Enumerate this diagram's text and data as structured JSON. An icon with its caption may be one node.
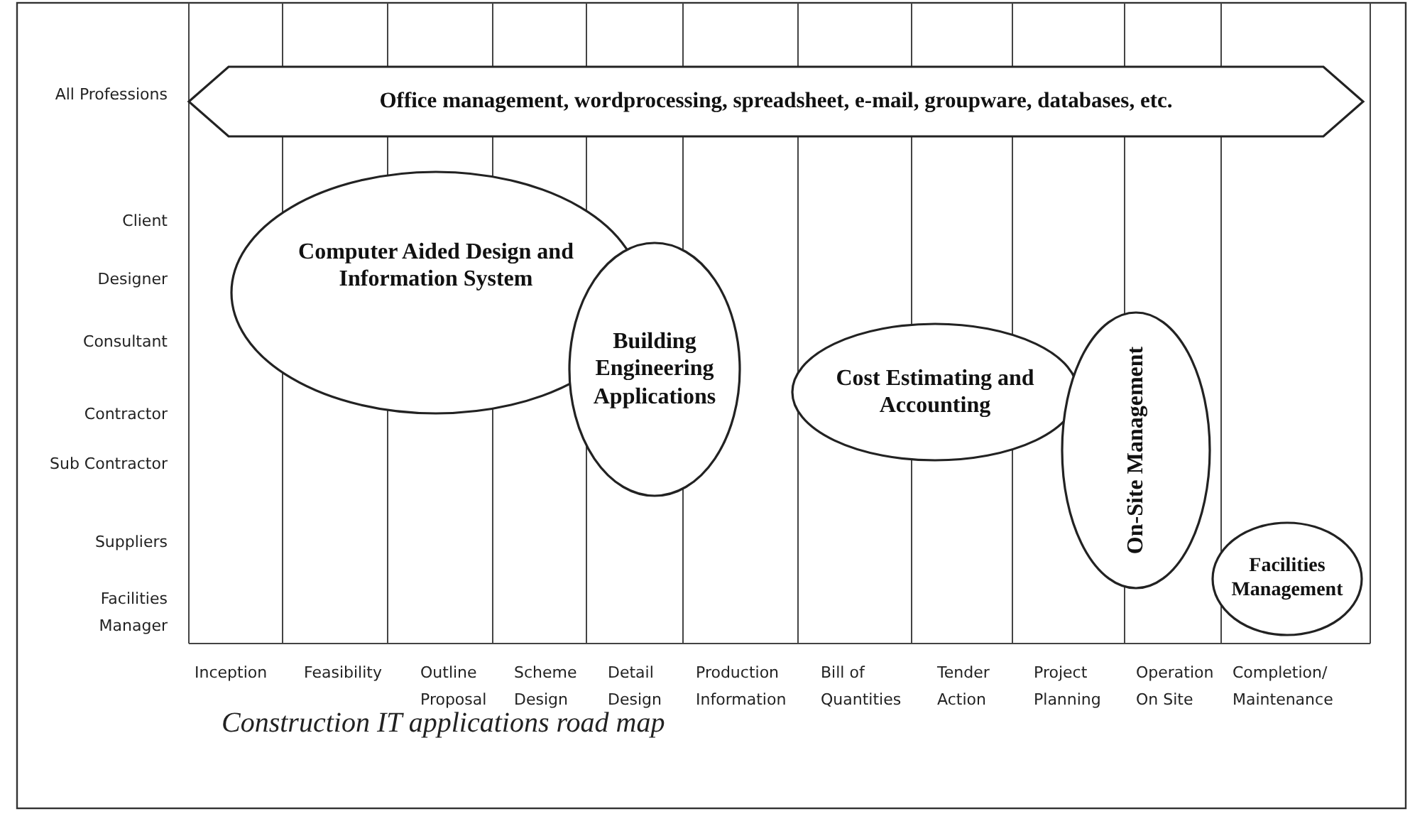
{
  "diagram": {
    "caption": "Construction IT applications road map",
    "nodes": [
      {
        "text": [
          "Office management, wordprocessing, spreadsheet, e-mail, groupware, databases, etc."
        ]
      },
      {
        "text": [
          "Computer Aided Design and Information System"
        ]
      },
      {
        "text": [
          "Building Engineering Applications"
        ]
      },
      {
        "text": [
          "Cost Estimating and Accounting"
        ]
      },
      {
        "text": [
          "On-Site Management"
        ]
      },
      {
        "text": [
          "Facilities Management"
        ]
      }
    ],
    "labels": [
      "All Professions",
      "Client",
      "Designer",
      "Consultant",
      "Contractor",
      "Sub Contractor",
      "Suppliers",
      "Facilities Manager",
      "Inception",
      "Feasibility",
      "Outline Proposal",
      "Scheme Design",
      "Detail Design",
      "Production Information",
      "Bill of Quantities",
      "Tender Action",
      "Project Planning",
      "Operation On Site",
      "Completion/ Maintenance"
    ]
  }
}
